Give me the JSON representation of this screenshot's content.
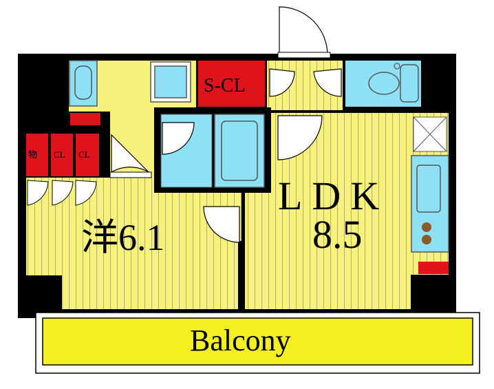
{
  "rooms": {
    "s_cl": "S-CL",
    "storage": "物",
    "cl1": "CL",
    "cl2": "CL",
    "western_room": "洋6.1",
    "ldk_label": "LDK",
    "ldk_size": "8.5",
    "balcony": "Balcony"
  },
  "colors": {
    "wall": "#000000",
    "floor": "#f6f27c",
    "balcony": "#f4f020",
    "wet_area": "#8ee0f4",
    "closet": "#e0121b",
    "fixture_outline": "#555555"
  }
}
